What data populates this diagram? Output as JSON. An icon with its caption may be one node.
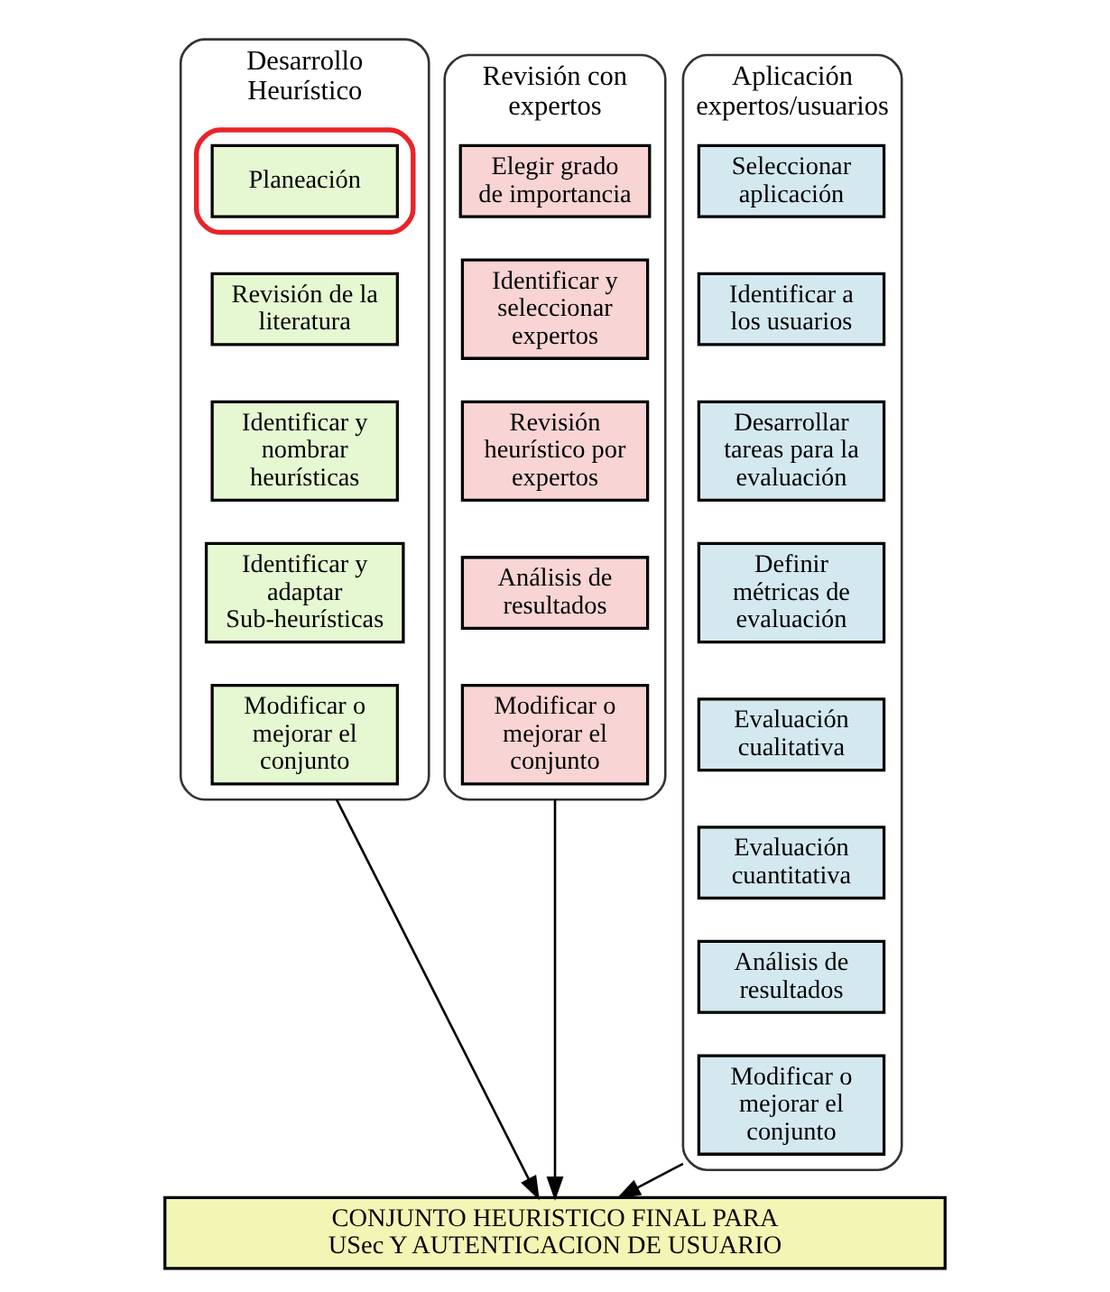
{
  "diagram": {
    "nodes": [
      {
        "text": [
          "Desarrollo Heurístico"
        ]
      },
      {
        "text": [],
        "shape": "box",
        "in": 0
      },
      {
        "text": [
          "Planeación"
        ],
        "in": 1
      },
      {
        "text": [
          "Revisión de la literatura"
        ],
        "in": 0
      },
      {
        "text": [
          "Identificar y nombrar heurísticas"
        ],
        "in": 0
      },
      {
        "text": [
          "Identificar y adaptar Sub-heurísticas"
        ],
        "in": 0
      },
      {
        "text": [
          "Modificar o mejorar el conjunto"
        ],
        "in": 0
      },
      {
        "text": [
          "Revisión con expertos"
        ]
      },
      {
        "text": [
          "Elegir grado de importancia"
        ],
        "in": 7
      },
      {
        "text": [
          "Identificar y seleccionar expertos"
        ],
        "in": 7
      },
      {
        "text": [
          "Revisión heurístico por expertos"
        ],
        "in": 7
      },
      {
        "text": [
          "Análisis de resultados"
        ],
        "in": 7
      },
      {
        "text": [
          "Modificar o mejorar el conjunto"
        ],
        "in": 7
      },
      {
        "text": [
          "Aplicación expertos/usuarios"
        ]
      },
      {
        "text": [
          "Seleccionar aplicación"
        ],
        "in": 13
      },
      {
        "text": [
          "Identificar a los usuarios"
        ],
        "in": 13
      },
      {
        "text": [
          "Desarrollar tareas para la evaluación"
        ],
        "in": 13
      },
      {
        "text": [
          "Definir métricas de evaluación"
        ],
        "in": 13
      },
      {
        "text": [
          "Evaluación cualitativa"
        ],
        "in": 13
      },
      {
        "text": [
          "Evaluación cuantitativa"
        ],
        "in": 13
      },
      {
        "text": [
          "Análisis de resultados"
        ],
        "in": 13
      },
      {
        "text": [
          "Modificar o mejorar el conjunto"
        ],
        "in": 13
      },
      {
        "text": [
          "CONJUNTO HEURISTICO FINAL PARA USec Y AUTENTICACION DE USUARIO"
        ]
      }
    ],
    "edges": [
      {
        "from": 0,
        "to": 22,
        "arrow": "to"
      },
      {
        "from": 7,
        "to": 22,
        "arrow": "to"
      },
      {
        "from": 13,
        "to": 22,
        "arrow": "to"
      }
    ]
  }
}
